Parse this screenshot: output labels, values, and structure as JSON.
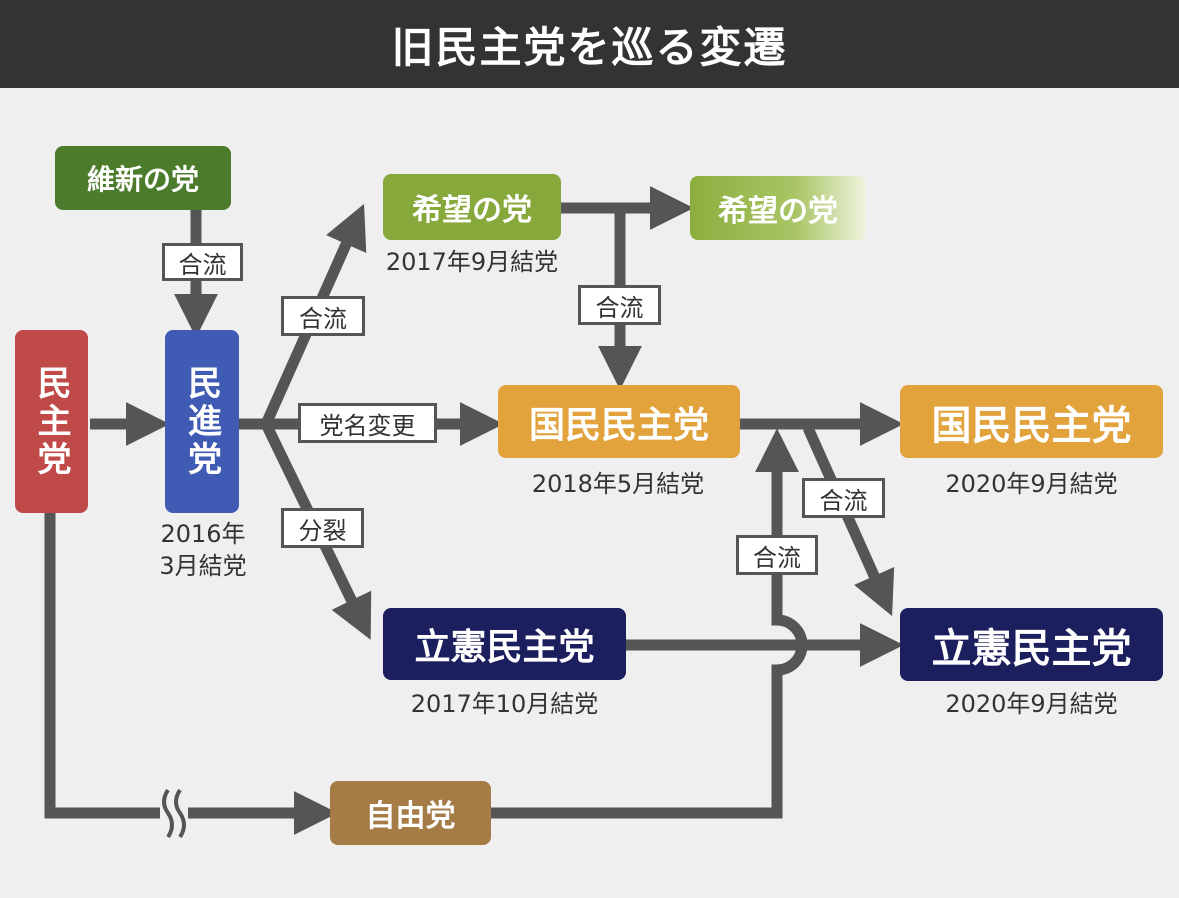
{
  "title": "旧民主党を巡る変遷",
  "colors": {
    "ishin": "#4b7b2b",
    "minshu": "#c04a48",
    "minshin": "#3f5bb4",
    "kibou": "#87a93b",
    "kokumin": "#e2a23c",
    "rikken": "#1c1f5e",
    "jiyu": "#a67c46",
    "line": "#555555"
  },
  "parties": {
    "ishin": "維新の党",
    "minshu": "民主党",
    "minshin": "民進党",
    "kibou": "希望の党",
    "kibou2": "希望の党",
    "kokumin": "国民民主党",
    "kokumin2020": "国民民主党",
    "rikken": "立憲民主党",
    "rikken2020": "立憲民主党",
    "jiyu": "自由党"
  },
  "dates": {
    "minshin_year": "2016年",
    "minshin_month": "3月結党",
    "kibou": "2017年9月結党",
    "kokumin": "2018年5月結党",
    "rikken": "2017年10月結党",
    "kokumin2020": "2020年9月結党",
    "rikken2020": "2020年9月結党"
  },
  "edge_labels": {
    "ishin_to_minshin": "合流",
    "minshin_to_kibou": "合流",
    "rename": "党名変更",
    "split": "分裂",
    "kibou_to_kokumin": "合流",
    "jiyu_to_kokumin": "合流",
    "kokumin_to_rikken": "合流"
  }
}
